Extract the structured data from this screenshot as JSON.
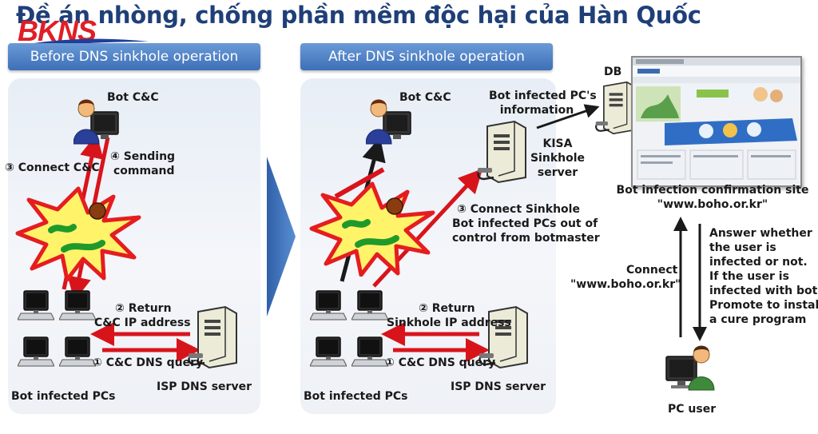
{
  "title": "Đề án nhòng, chống phần mềm độc hại của Hàn Quốc",
  "logo": "BKNS",
  "colors": {
    "arrow_red": "#d8141b",
    "arrow_black": "#1a1a1a",
    "tab_blue": "#4a7cc2",
    "title_blue": "#1f3f78"
  },
  "before": {
    "tab": "Before DNS sinkhole operation",
    "cnc": "Bot C&C",
    "step3": "③ Connect C&C",
    "step4_l1": "④ Sending",
    "step4_l2": "command",
    "step2_l1": "② Return",
    "step2_l2": "C&C IP address",
    "step1": "① C&C DNS query",
    "pcs": "Bot infected PCs",
    "dns": "ISP DNS server"
  },
  "after": {
    "tab": "After DNS sinkhole operation",
    "cnc": "Bot C&C",
    "info_l1": "Bot infected PC's",
    "info_l2": "information",
    "kisa_l1": "KISA",
    "kisa_l2": "Sinkhole",
    "kisa_l3": "server",
    "step3_l1": "③ Connect Sinkhole",
    "step3_l2": "Bot infected PCs out of",
    "step3_l3": "control from botmaster",
    "step2_l1": "② Return",
    "step2_l2": "Sinkhole IP address",
    "step1": "① C&C DNS query",
    "pcs": "Bot infected PCs",
    "dns": "ISP DNS server"
  },
  "right": {
    "db": "DB",
    "site_l1": "Bot infection confirmation site",
    "site_l2": "\"www.boho.or.kr\"",
    "connect_l1": "Connect",
    "connect_l2": "\"www.boho.or.kr\"",
    "answer_l1": "Answer whether",
    "answer_l2": "the user is",
    "answer_l3": "infected or not.",
    "answer_l4": "If the user is",
    "answer_l5": "infected with bot,",
    "answer_l6": "Promote to install",
    "answer_l7": "a cure program",
    "user": "PC user"
  }
}
